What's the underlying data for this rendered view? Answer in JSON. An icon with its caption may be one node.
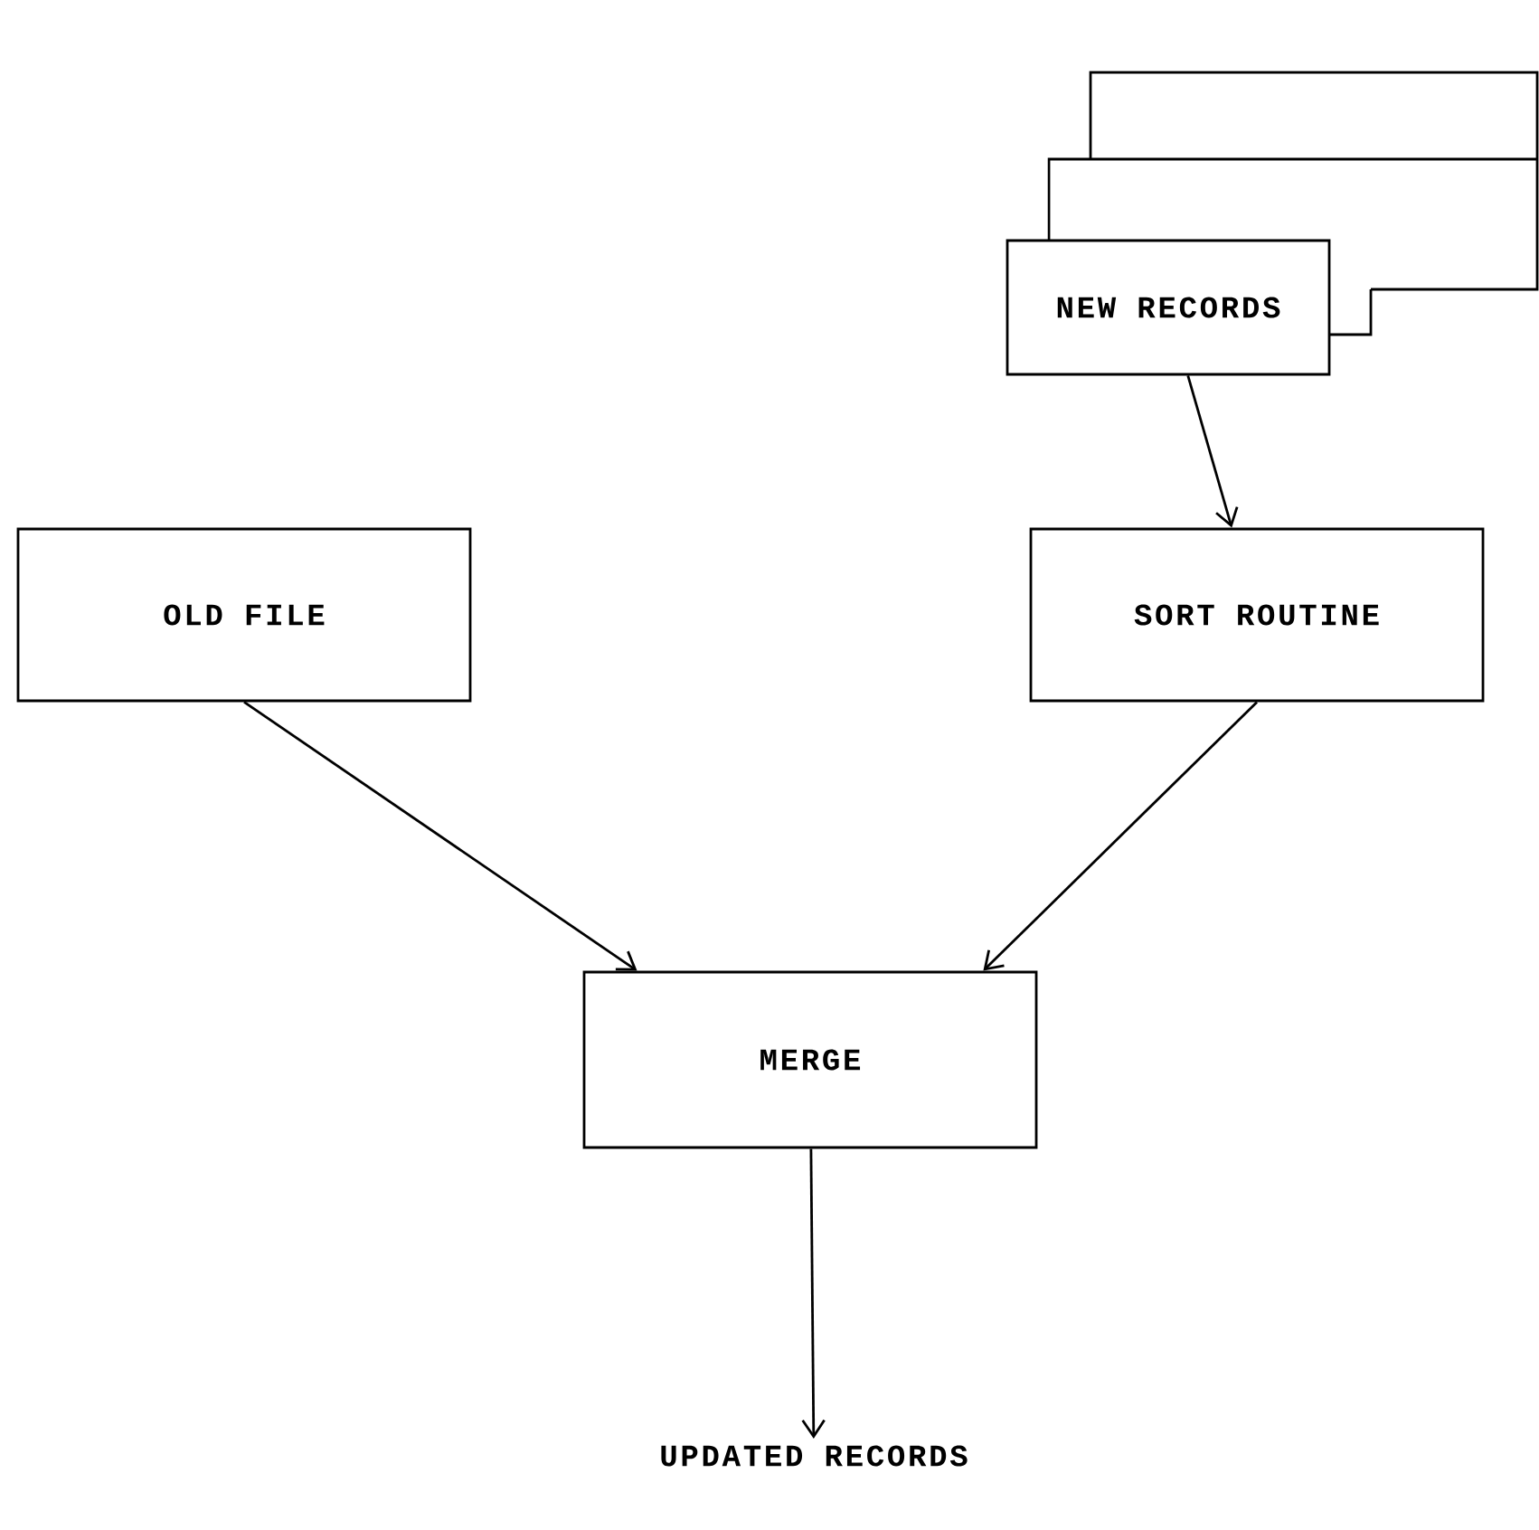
{
  "diagram": {
    "nodes": [
      {
        "text": [
          "NEW RECORDS"
        ]
      },
      {
        "text": [
          "OLD FILE"
        ]
      },
      {
        "text": [
          "SORT ROUTINE"
        ]
      },
      {
        "text": [
          "MERGE"
        ]
      },
      {
        "text": [
          "UPDATED RECORDS"
        ]
      }
    ],
    "edges": [
      {
        "from": 0,
        "to": 2,
        "arrow": "to"
      },
      {
        "from": 1,
        "to": 3,
        "arrow": "to"
      },
      {
        "from": 2,
        "to": 3,
        "arrow": "to"
      },
      {
        "from": 3,
        "to": 4,
        "arrow": "to"
      }
    ]
  }
}
